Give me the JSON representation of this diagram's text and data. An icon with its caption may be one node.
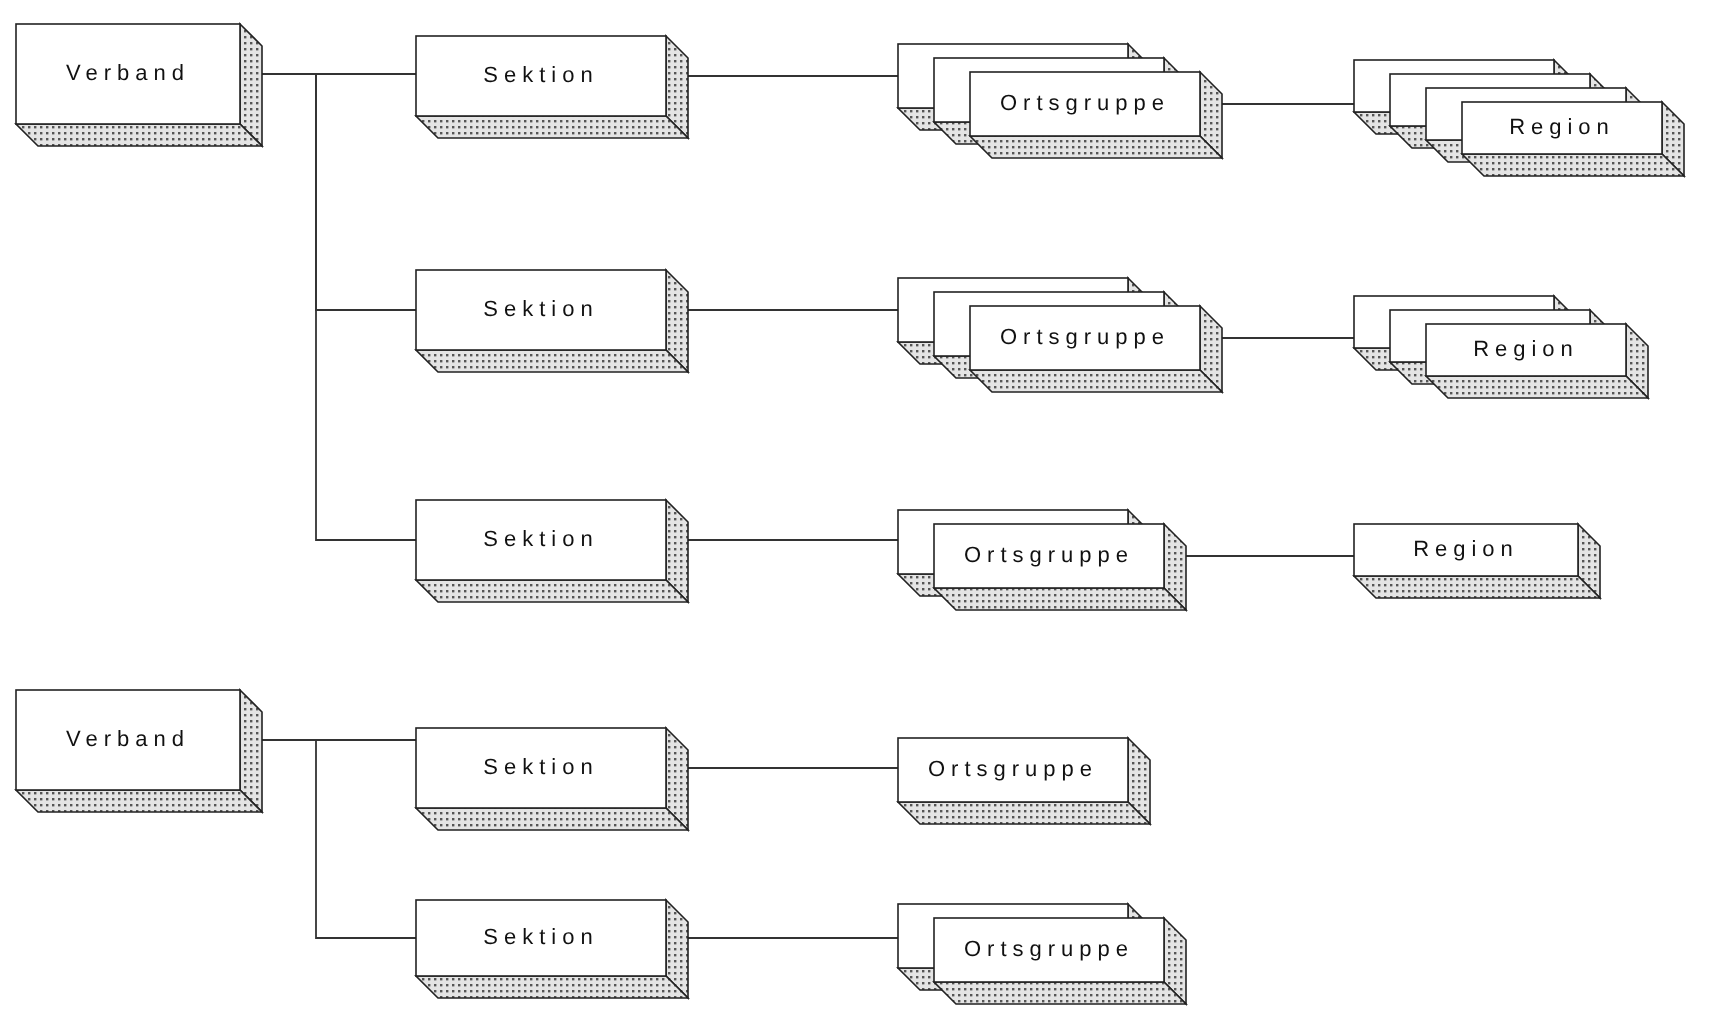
{
  "diagram": {
    "nodes": [
      {
        "text": [
          "Verband"
        ]
      },
      {
        "text": [
          "Sektion"
        ]
      },
      {
        "text": [
          "Ortsgruppe"
        ]
      },
      {
        "text": [
          "Region"
        ]
      },
      {
        "text": [
          "Sektion"
        ]
      },
      {
        "text": [
          "Ortsgruppe"
        ]
      },
      {
        "text": [
          "Region"
        ]
      },
      {
        "text": [
          "Sektion"
        ]
      },
      {
        "text": [
          "Ortsgruppe"
        ]
      },
      {
        "text": [
          "Region"
        ]
      },
      {
        "text": [
          "Verband"
        ]
      },
      {
        "text": [
          "Sektion"
        ]
      },
      {
        "text": [
          "Ortsgruppe"
        ]
      },
      {
        "text": [
          "Sektion"
        ]
      },
      {
        "text": [
          "Ortsgruppe"
        ]
      }
    ],
    "edges": [
      {
        "from": 0,
        "to": 1,
        "arrow": "none"
      },
      {
        "from": 0,
        "to": 4,
        "arrow": "none"
      },
      {
        "from": 0,
        "to": 7,
        "arrow": "none"
      },
      {
        "from": 1,
        "to": 2,
        "arrow": "none"
      },
      {
        "from": 2,
        "to": 3,
        "arrow": "none"
      },
      {
        "from": 4,
        "to": 5,
        "arrow": "none"
      },
      {
        "from": 5,
        "to": 6,
        "arrow": "none"
      },
      {
        "from": 7,
        "to": 8,
        "arrow": "none"
      },
      {
        "from": 8,
        "to": 9,
        "arrow": "none"
      },
      {
        "from": 10,
        "to": 11,
        "arrow": "none"
      },
      {
        "from": 10,
        "to": 13,
        "arrow": "none"
      },
      {
        "from": 11,
        "to": 12,
        "arrow": "none"
      },
      {
        "from": 13,
        "to": 14,
        "arrow": "none"
      }
    ]
  }
}
